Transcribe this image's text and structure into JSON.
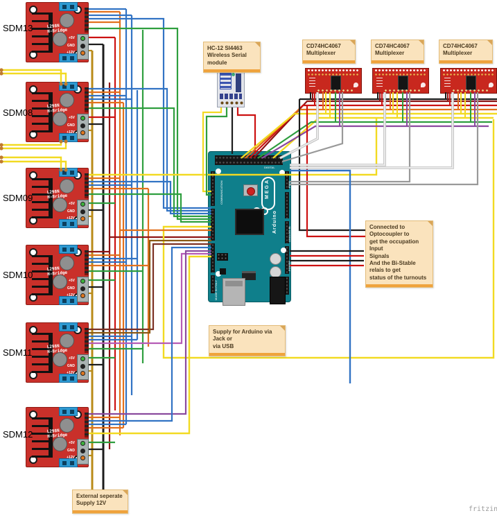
{
  "modules": [
    {
      "label": "SDM13"
    },
    {
      "label": "SDM08"
    },
    {
      "label": "SDM09"
    },
    {
      "label": "SDM10"
    },
    {
      "label": "SDM11"
    },
    {
      "label": "SDM12"
    }
  ],
  "module_board": {
    "chip": "L298N\nH-Bridge",
    "pin_5v": "+5V",
    "pin_gnd": "GND",
    "pin_12v": "+12V"
  },
  "hc12": {
    "note": "HC-12 SI4463\nWireless Serial\nmodule"
  },
  "multiplexers": [
    {
      "note": "CD74HC4067\nMultiplexer"
    },
    {
      "note": "CD74HC4067\nMultiplexer"
    },
    {
      "note": "CD74HC4067\nMultiplexer"
    }
  ],
  "notes": {
    "optocoupler": "Connected to Optocoupler to\nget the occupation Input\nSignals\nAnd the Bi-Stable relais to get\nstatus of the turnouts",
    "arduino_supply": "Supply for Arduino via Jack or\nvia USB",
    "external_supply": "External seperate\nSupply 12V"
  },
  "arduino": {
    "brand": "MEGA",
    "maker": "Arduino",
    "labels": {
      "digital": "DIGITAL",
      "pwm": "PWM",
      "communication": "COMMUNICATION",
      "analog_in": "ANALOG IN",
      "power": "POWER",
      "made_in": "MADE IN ITALY"
    }
  },
  "watermark": "fritzing",
  "colors": {
    "board_red": "#c9302a",
    "arduino_teal": "#0f7f8b",
    "terminal_blue": "#2e9ad2",
    "note_bg": "#fae3bd",
    "note_bar": "#efa33d",
    "wire_yellow": "#f2da22",
    "wire_orange": "#e2711d",
    "wire_red": "#cc1111",
    "wire_dark_red": "#8e1414",
    "wire_green": "#2e9e3e",
    "wire_blue": "#3173c4",
    "wire_purple": "#8a4a9e",
    "wire_black": "#1c1c1c",
    "wire_gold": "#b98b18"
  }
}
